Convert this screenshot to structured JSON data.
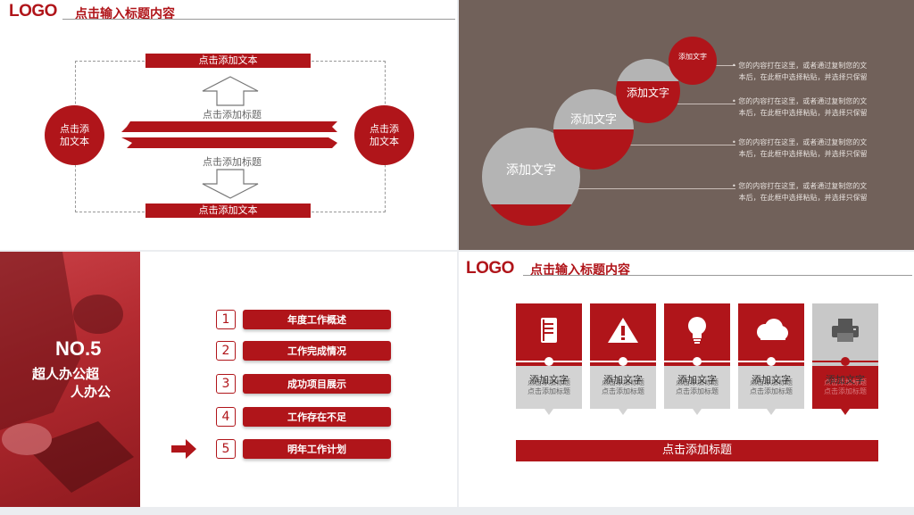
{
  "panel1": {
    "logo": "LOGO",
    "title": "点击输入标题内容",
    "top_bar": "点击添加文本",
    "bottom_bar": "点击添加文本",
    "upper_label": "点击添加标题",
    "lower_label": "点击添加标题",
    "left_circle": [
      "点击添",
      "加文本"
    ],
    "right_circle": [
      "点击添",
      "加文本"
    ]
  },
  "panel2": {
    "circles": [
      {
        "label": "添加文字"
      },
      {
        "label": "添加文字"
      },
      {
        "label": "添加文字"
      },
      {
        "label": "添加文字"
      }
    ],
    "notes": [
      [
        "您的内容打在这里，或者通过复制您的文",
        "本后，在此框中选择粘贴，并选择只保留"
      ],
      [
        "您的内容打在这里，或者通过复制您的文",
        "本后，在此框中选择粘贴，并选择只保留"
      ],
      [
        "您的内容打在这里，或者通过复制您的文",
        "本后，在此框中选择粘贴，并选择只保留"
      ],
      [
        "您的内容打在这里，或者通过复制您的文",
        "本后，在此框中选择粘贴，并选择只保留"
      ]
    ]
  },
  "panel3": {
    "heading1": "NO.5",
    "heading2": "超人办公超",
    "heading3": "人办公",
    "items": [
      {
        "num": "1",
        "label": "年度工作概述"
      },
      {
        "num": "2",
        "label": "工作完成情况"
      },
      {
        "num": "3",
        "label": "成功项目展示"
      },
      {
        "num": "4",
        "label": "工作存在不足"
      },
      {
        "num": "5",
        "label": "明年工作计划"
      }
    ]
  },
  "panel4": {
    "logo": "LOGO",
    "title": "点击输入标题内容",
    "cards": [
      {
        "icon": "document-icon",
        "line1": "点击添加标题",
        "line2": "点击添加标题",
        "label": "添加文字"
      },
      {
        "icon": "warning-icon",
        "line1": "点击添加标题",
        "line2": "点击添加标题",
        "label": "添加文字"
      },
      {
        "icon": "lightbulb-icon",
        "line1": "点击添加标题",
        "line2": "点击添加标题",
        "label": "添加文字"
      },
      {
        "icon": "cloud-icon",
        "line1": "点击添加标题",
        "line2": "点击添加标题",
        "label": "添加文字"
      },
      {
        "icon": "printer-icon",
        "line1": "点击添加标题",
        "line2": "点击添加标题",
        "label": "添加文字"
      }
    ],
    "footer_bar": "点击添加标题"
  },
  "colors": {
    "brand_red": "#b0151a",
    "brown_bg": "#71615a",
    "gray": "#b4b4b4"
  }
}
